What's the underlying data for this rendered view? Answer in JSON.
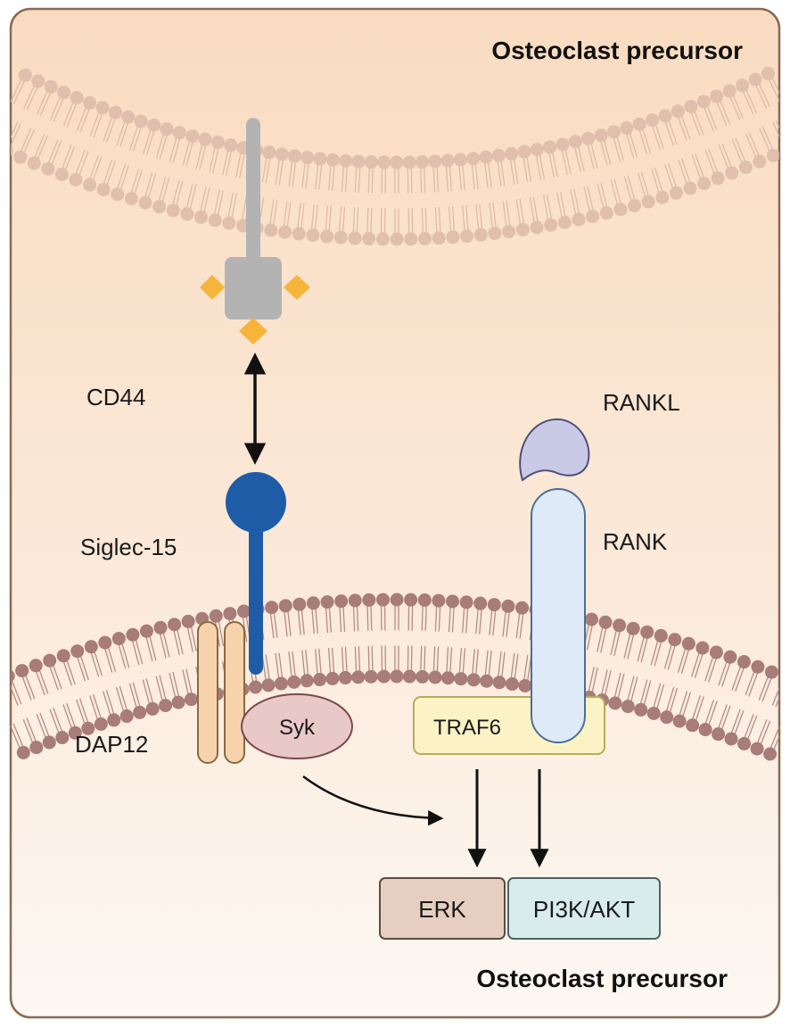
{
  "titles": {
    "top_cell": "Osteoclast precursor",
    "bottom_cell": "Osteoclast precursor"
  },
  "labels": {
    "cd44": "CD44",
    "siglec15": "Siglec-15",
    "dap12": "DAP12",
    "syk": "Syk",
    "rankl": "RANKL",
    "rank": "RANK",
    "traf6": "TRAF6",
    "erk": "ERK",
    "pi3k_akt": "PI3K/AKT"
  },
  "colors": {
    "background_top": "#f9dcc0",
    "background_bottom": "#fdf8f3",
    "frame": "#8a6a55",
    "upper_membrane": "#d9b6a4",
    "lower_membrane": "#a87c78",
    "cd44_receptor": "#b3b3b3",
    "cd44_ligand_diamond": "#f6b43a",
    "siglec15": "#1f5ca8",
    "dap12": "#f6d3ad",
    "syk": "#e9c8c8",
    "rankl": "#c9cbe6",
    "rank": "#deeaf8",
    "traf6": "#fbf3c6",
    "erk": "#e6cfc1",
    "pi3k_akt": "#d9ecec"
  }
}
